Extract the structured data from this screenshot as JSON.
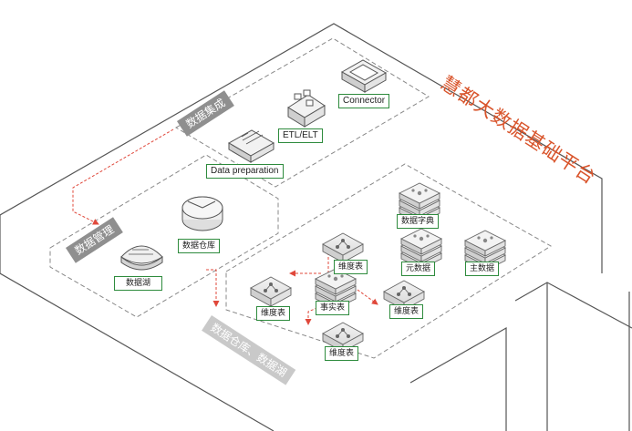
{
  "title": "慧都大数据基础平台",
  "sections": {
    "integration": "数据集成",
    "management": "数据管理",
    "warehouse": "数据仓库、数据湖"
  },
  "nodes": {
    "connector": "Connector",
    "etl": "ETL/ELT",
    "data_prep": "Data preparation",
    "warehouse_db": "数据仓库",
    "data_lake": "数据湖",
    "dictionary": "数据字典",
    "metadata": "元数据",
    "master_data": "主数据",
    "dimension_top": "维度表",
    "dimension_left": "维度表",
    "dimension_right": "维度表",
    "dimension_bottom": "维度表",
    "fact_table": "事实表"
  },
  "colors": {
    "title": "#d9542b",
    "label_border": "#2e8b3d",
    "arrow": "#e0483b",
    "outline": "#555555",
    "dashed": "#888888"
  }
}
